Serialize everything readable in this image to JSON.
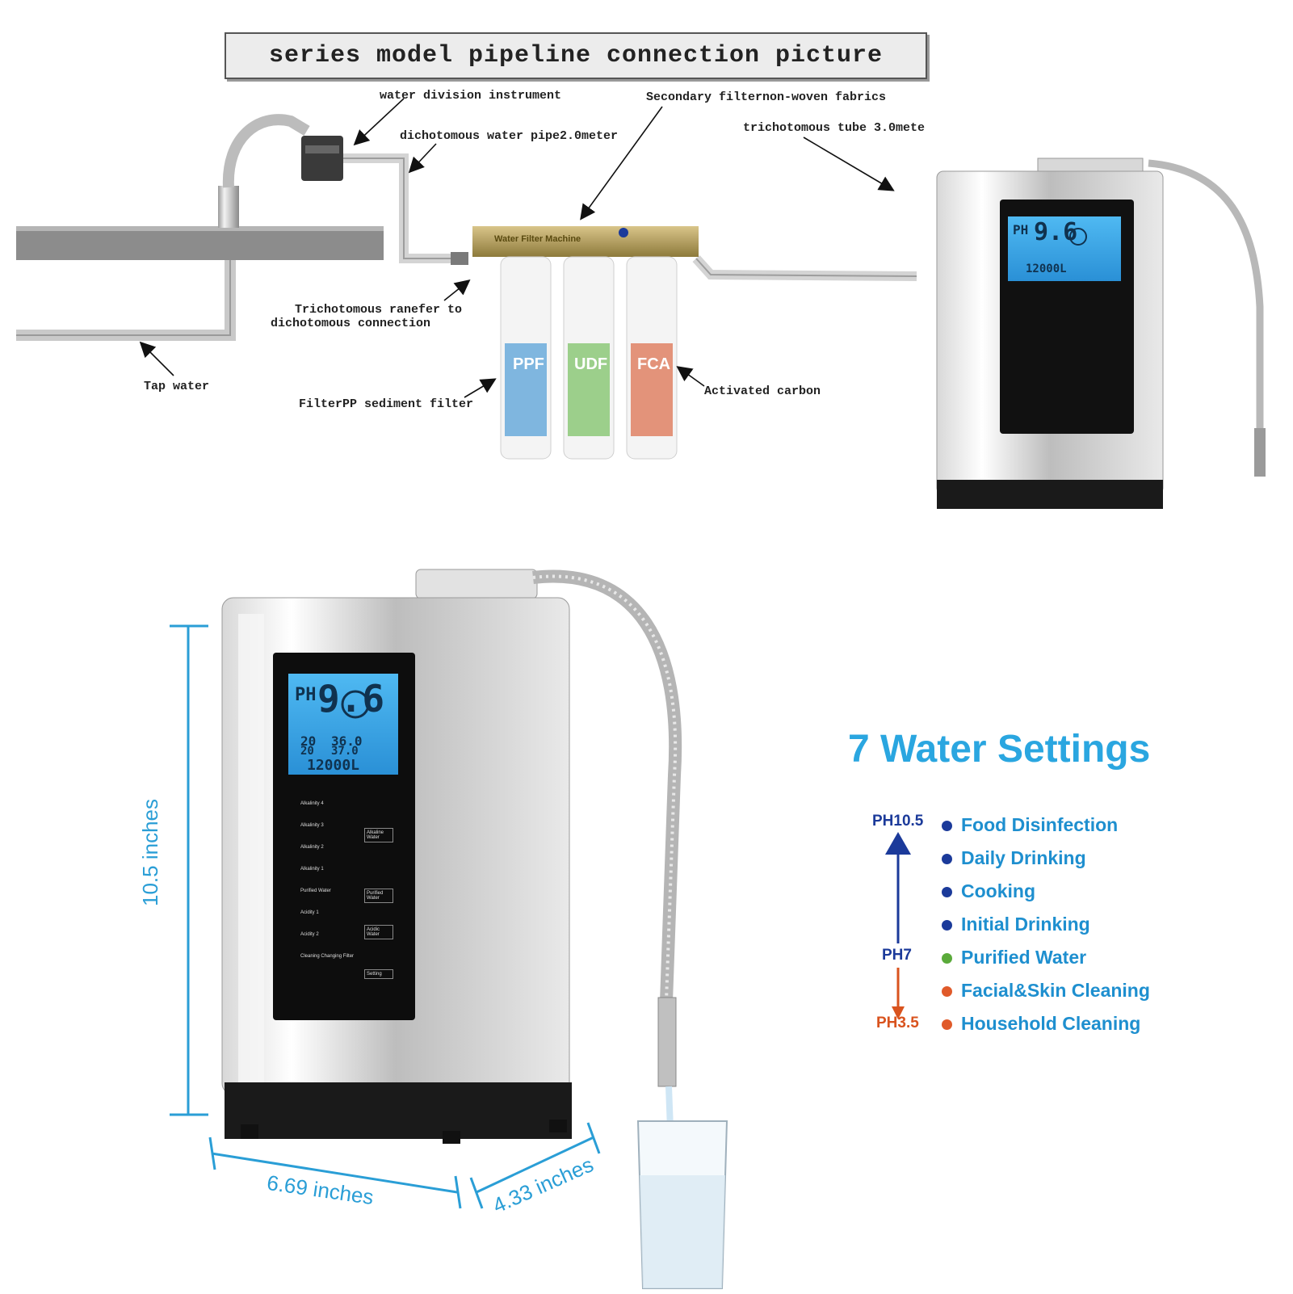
{
  "banner": {
    "title": "series model pipeline connection picture"
  },
  "callouts": {
    "water_division": "water division instrument",
    "secondary_filter": "Secondary filternon-woven fabrics",
    "dichotomous_pipe": "dichotomous water pipe2.0meter",
    "trichotomous_tube": "trichotomous tube 3.0mete",
    "transfer_line1": "Trichotomous ranefer to",
    "transfer_line2": "dichotomous connection",
    "tap_water": "Tap water",
    "pp_filter": "FilterPP sediment filter",
    "activated_carbon": "Activated carbon"
  },
  "filters": {
    "brand_plate": "Water Filter Machine",
    "cartridges": [
      {
        "label": "PPF",
        "color": "#7fb6df"
      },
      {
        "label": "UDF",
        "color": "#9ccf8b"
      },
      {
        "label": "FCA",
        "color": "#e3937a"
      }
    ]
  },
  "device": {
    "lcd": {
      "ph_label": "PH",
      "ph_value": "9.6",
      "temp": "20",
      "orp": "36.0",
      "sub": "20",
      "sub2": "37.0",
      "liters": "12000L"
    },
    "menu": [
      "Alkalinity 4",
      "Alkalinity 3",
      "Alkalinity 2",
      "Alkalinity 1",
      "Purified Water",
      "Acidity 1",
      "Acidity 2",
      "Cleaning Changing Filter"
    ],
    "side_buttons": [
      "Alkaline Water",
      "Purified Water",
      "Acidic Water",
      "Setting"
    ]
  },
  "dimensions": {
    "height": "10.5 inches",
    "width": "6.69 inches",
    "depth": "4.33 inches"
  },
  "settings": {
    "title": "7 Water Settings",
    "ph_high": "PH10.5",
    "ph_mid": "PH7",
    "ph_low": "PH3.5",
    "items": [
      {
        "label": "Food Disinfection",
        "dot": "#1b3a9a"
      },
      {
        "label": "Daily Drinking",
        "dot": "#1b3a9a"
      },
      {
        "label": "Cooking",
        "dot": "#1b3a9a"
      },
      {
        "label": "Initial Drinking",
        "dot": "#1b3a9a"
      },
      {
        "label": "Purified Water",
        "dot": "#5aaa3a"
      },
      {
        "label": "Facial&Skin Cleaning",
        "dot": "#e05a2a"
      },
      {
        "label": "Household Cleaning",
        "dot": "#e05a2a"
      }
    ],
    "colors": {
      "alkaline": "#1b3a9a",
      "neutral": "#1b3a9a",
      "acidic": "#d9531e",
      "text": "#1e8fcf"
    }
  }
}
